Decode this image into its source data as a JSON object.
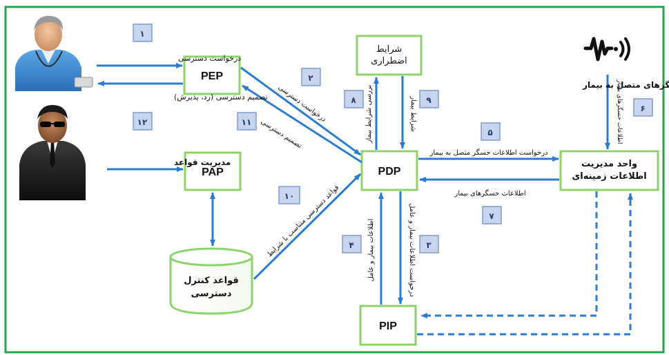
{
  "colors": {
    "frame": "#22a64a",
    "box_border": "#8cd36b",
    "arrow": "#2b7bd0",
    "badge_fill": "#c7d6ee",
    "badge_border": "#7f9ccc"
  },
  "nodes": {
    "pep": "PEP",
    "pap": "PAP",
    "pdp": "PDP",
    "pip": "PIP",
    "emergency": "شرایط اضطراری",
    "context_unit": "واحد مدیریت اطلاعات زمینه‌ای",
    "db": "قواعد کنترل دسترسی"
  },
  "text": {
    "sensors_title": "حسگرهای متصل به بیمار",
    "access_request": "درخواست دسترسی",
    "access_decision": "تصمیم دسترسی (رد، پذیرش)",
    "rules_mgmt": "مدیریت قواعد",
    "req_to_pdp": "درخواست دسترسی",
    "decision_from_pdp": "تصمیم دسترسی",
    "check_conditions": "بررسی شرایط بیمار",
    "patient_conditions": "شرایط بیمار",
    "sensor_info_request": "درخواست اطلاعات حسگر متصل به بیمار",
    "patient_sensor_info": "اطلاعات حسگرهای بیمار",
    "sensor_data": "اطلاعات حسگرهای بیمار",
    "rules_with_conditions": "قواعد دسترسی متناسب با شرایط",
    "patient_physician_info": "اطلاعات بیمار و عامل",
    "request_patient_physician_info": "درخواست اطلاعات بیمار و عامل"
  },
  "steps": {
    "s1": "۱",
    "s2": "۲",
    "s3": "۳",
    "s4": "۴",
    "s5": "۵",
    "s6": "۶",
    "s7": "۷",
    "s8": "۸",
    "s9": "۹",
    "s10": "۱۰",
    "s11": "۱۱",
    "s12": "۱۲"
  },
  "icons": {
    "user": "doctor-user-icon",
    "admin": "admin-sunglasses-icon",
    "sensor": "sensor-wave-icon"
  }
}
